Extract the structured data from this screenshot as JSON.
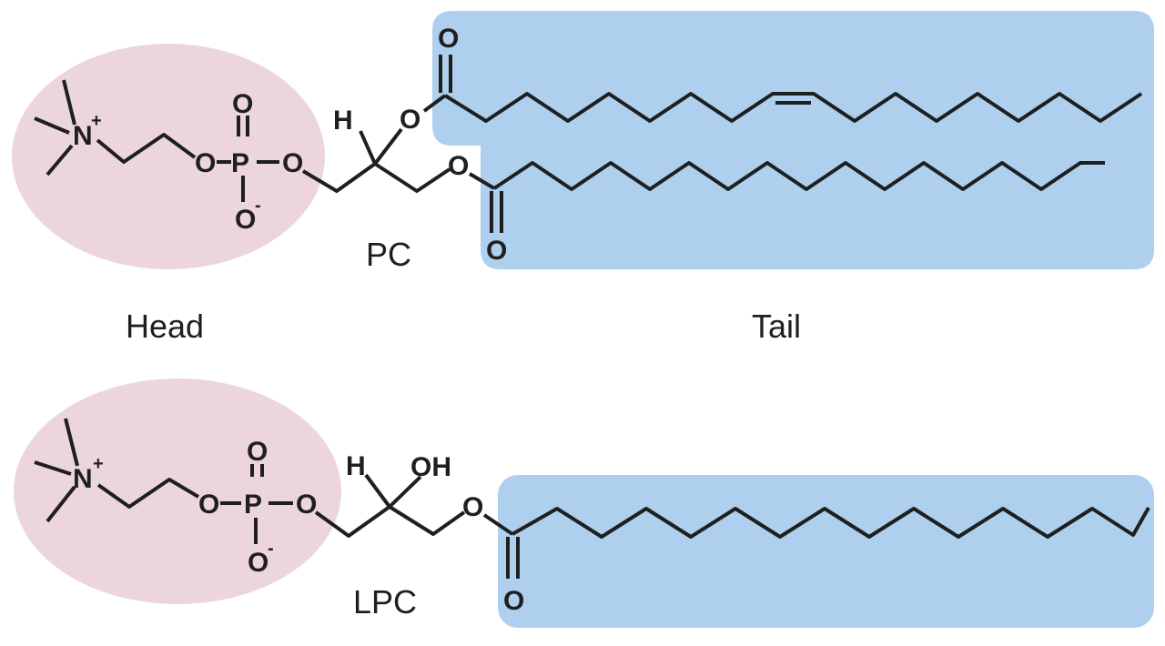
{
  "labels": {
    "head": "Head",
    "tail": "Tail",
    "pc": "PC",
    "lpc": "LPC"
  },
  "atoms": {
    "nitrogen": "N",
    "plus": "+",
    "oxygen": "O",
    "phosphorus": "P",
    "minus": "-",
    "hydrogen": "H",
    "hydroxyl": "OH"
  },
  "colors": {
    "head_region": "#ecd6dc",
    "tail_region": "#aed0ee",
    "bond": "#1f1f1f"
  }
}
